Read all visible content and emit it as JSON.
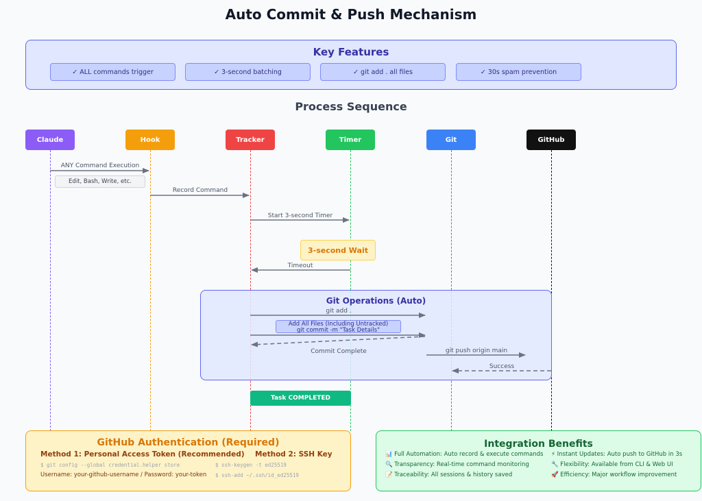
{
  "title": "Auto Commit & Push Mechanism",
  "features": {
    "title": "Key Features",
    "items": [
      "✓ ALL commands trigger",
      "✓ 3-second batching",
      "✓ git add . all files",
      "✓ 30s spam prevention"
    ]
  },
  "sequence": {
    "title": "Process Sequence",
    "actors": [
      {
        "name": "Claude",
        "color": "#8b5cf6"
      },
      {
        "name": "Hook",
        "color": "#f59e0b"
      },
      {
        "name": "Tracker",
        "color": "#ef4444"
      },
      {
        "name": "Timer",
        "color": "#22c55e"
      },
      {
        "name": "Git",
        "color": "#3b82f6"
      },
      {
        "name": "GitHub",
        "color": "#111111"
      }
    ],
    "messages": {
      "m1": "ANY Command Execution",
      "m1_note": "Edit, Bash, Write, etc.",
      "m2": "Record Command",
      "m3": "Start 3-second Timer",
      "wait": "3-second Wait",
      "m4": "Timeout",
      "gitops_title": "Git Operations (Auto)",
      "g1": "git add .",
      "g1_note": "Add All Files (Including Untracked)",
      "g2": "git commit -m \"Task Details\"",
      "g3": "Commit Complete",
      "g4": "git push origin main",
      "g5": "Success",
      "done": "Task COMPLETED"
    }
  },
  "auth": {
    "title": "GitHub Authentication (Required)",
    "method1": "Method 1: Personal Access Token (Recommended)",
    "method2": "Method 2: SSH Key",
    "m1_code": "$ git config --global credential.helper store",
    "m1_text": "Username: your-github-username / Password: your-token",
    "m2_code1": "$ ssh-keygen -t ed25519",
    "m2_code2": "$ ssh-add ~/.ssh/id_ed25519"
  },
  "benefits": {
    "title": "Integration Benefits",
    "items": [
      "📊 Full Automation: Auto record & execute commands",
      "⚡ Instant Updates: Auto push to GitHub in 3s",
      "🔍 Transparency: Real-time command monitoring",
      "🔧 Flexibility: Available from CLI & Web UI",
      "📝 Traceability: All sessions & history saved",
      "🚀 Efficiency: Major workflow improvement"
    ]
  }
}
